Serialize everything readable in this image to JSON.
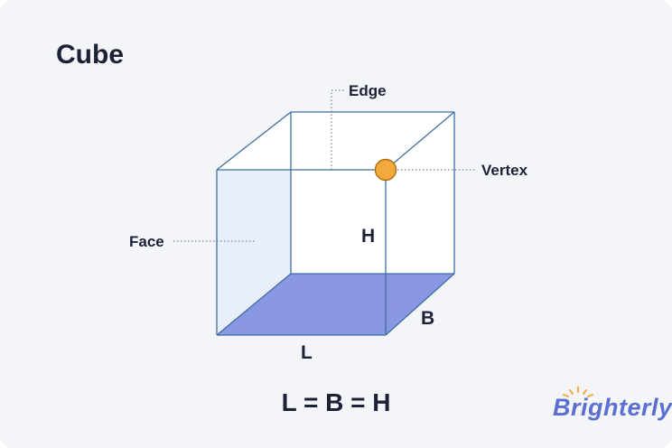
{
  "title": "Cube",
  "labels": {
    "edge": "Edge",
    "vertex": "Vertex",
    "face": "Face",
    "height": "H",
    "breadth": "B",
    "length": "L"
  },
  "formula": "L = B = H",
  "brand": "Brighterly",
  "colors": {
    "background": "#f4f5f9",
    "edge_line": "#3f6ea0",
    "side_face": "#e9eefb",
    "bottom_face": "#8a97e3",
    "vertex_dot": "#f3a93b",
    "text": "#1b2236",
    "brand": "#5b6fd1"
  }
}
